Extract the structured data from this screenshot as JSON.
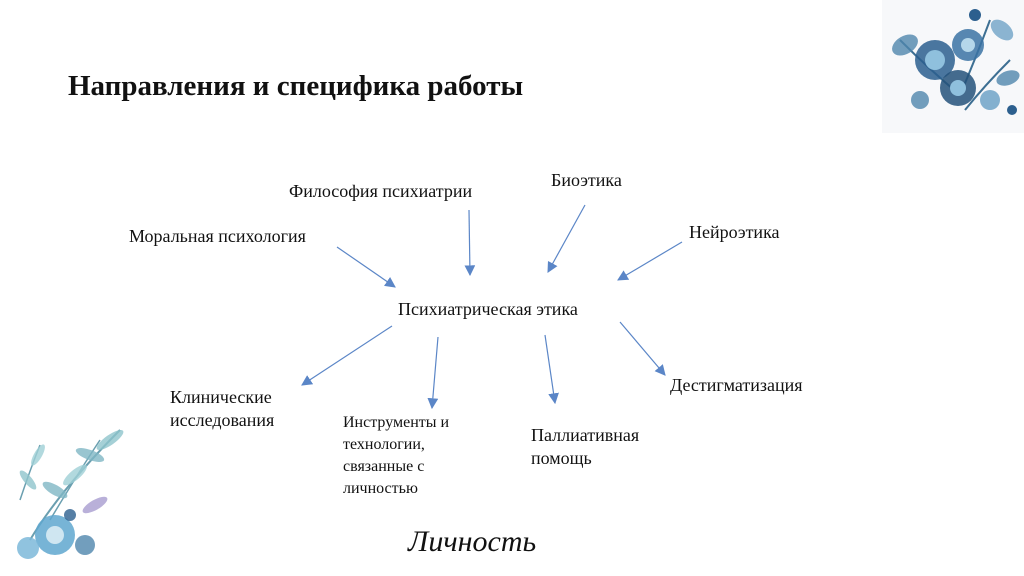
{
  "slide": {
    "title": "Направления и специфика работы",
    "footer": "Личность"
  },
  "diagram": {
    "center": "Психиатрическая этика",
    "inputs": [
      "Моральная психология",
      "Философия психиатрии",
      "Биоэтика",
      "Нейроэтика"
    ],
    "outputs": [
      {
        "lines": [
          "Клинические",
          "исследования"
        ]
      },
      {
        "lines": [
          "Инструменты и",
          "технологии,",
          "связанные с",
          "личностью"
        ]
      },
      {
        "lines": [
          "Паллиативная",
          "помощь"
        ]
      },
      {
        "lines": [
          "Дестигматизация"
        ]
      }
    ]
  },
  "colors": {
    "arrow": "#5b86c7",
    "flower_dark": "#2c5f8e",
    "flower_light": "#8fc0dd",
    "leaf": "#7fb6c4"
  },
  "decorations": {
    "top_right": "floral-bouquet-icon",
    "bottom_left": "floral-branch-icon"
  }
}
